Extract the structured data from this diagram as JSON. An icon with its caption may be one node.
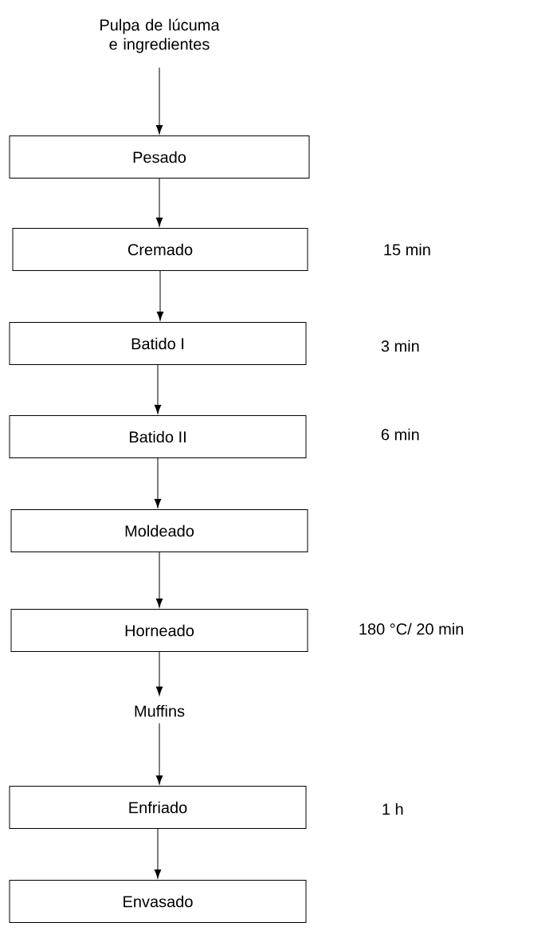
{
  "diagram": {
    "nodes": [
      {
        "text": [
          "Pulpa de lúcuma e ingredientes"
        ]
      },
      {
        "text": [
          "Pesado"
        ]
      },
      {
        "text": [
          "Cremado"
        ]
      },
      {
        "text": [
          "Batido I"
        ]
      },
      {
        "text": [
          "Batido II"
        ]
      },
      {
        "text": [
          "Moldeado"
        ]
      },
      {
        "text": [
          "Horneado"
        ]
      },
      {
        "text": [
          "Muffins"
        ]
      },
      {
        "text": [
          "Enfriado"
        ]
      },
      {
        "text": [
          "Envasado"
        ]
      }
    ],
    "edges": [
      {
        "from": 0,
        "to": 1,
        "arrow": "to"
      },
      {
        "from": 1,
        "to": 2,
        "arrow": "to"
      },
      {
        "from": 2,
        "to": 3,
        "arrow": "to"
      },
      {
        "from": 3,
        "to": 4,
        "arrow": "to"
      },
      {
        "from": 4,
        "to": 5,
        "arrow": "to"
      },
      {
        "from": 5,
        "to": 6,
        "arrow": "to"
      },
      {
        "from": 6,
        "to": 7,
        "arrow": "to"
      },
      {
        "from": 7,
        "to": 8,
        "arrow": "to"
      },
      {
        "from": 8,
        "to": 9,
        "arrow": "to"
      }
    ],
    "labels": [
      "15 min",
      "3 min",
      "6 min",
      "180 °C/ 20 min",
      "1 h"
    ]
  }
}
